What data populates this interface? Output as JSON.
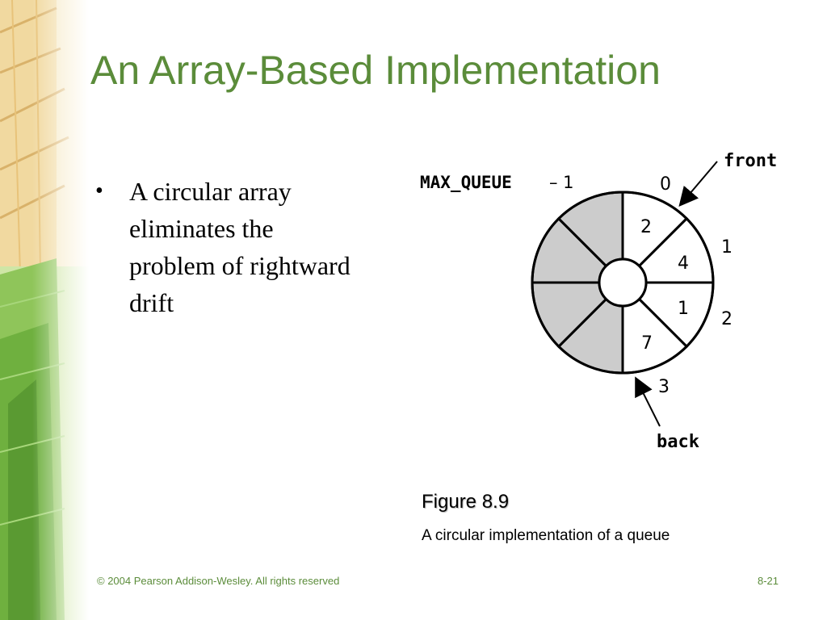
{
  "slide": {
    "title": "An Array-Based Implementation",
    "bullets": [
      {
        "marker": "•",
        "text": "A circular array eliminates the problem of rightward drift"
      }
    ]
  },
  "figure": {
    "title": "Figure 8.9",
    "caption": "A circular implementation of a queue",
    "front_label": "front",
    "back_label": "back",
    "max_label": "MAX_QUEUE",
    "max_suffix": "– 1",
    "index_labels": [
      "0",
      "1",
      "2",
      "3"
    ],
    "slot_values": [
      "2",
      "4",
      "1",
      "7"
    ],
    "filled_slots": 4,
    "total_slots": 8
  },
  "footer": {
    "copyright": "© 2004 Pearson Addison-Wesley. All rights reserved",
    "page": "8-21"
  },
  "colors": {
    "title_green": "#5b8c3a",
    "empty_slot_gray": "#cccccc",
    "filled_slot": "#ffffff"
  }
}
